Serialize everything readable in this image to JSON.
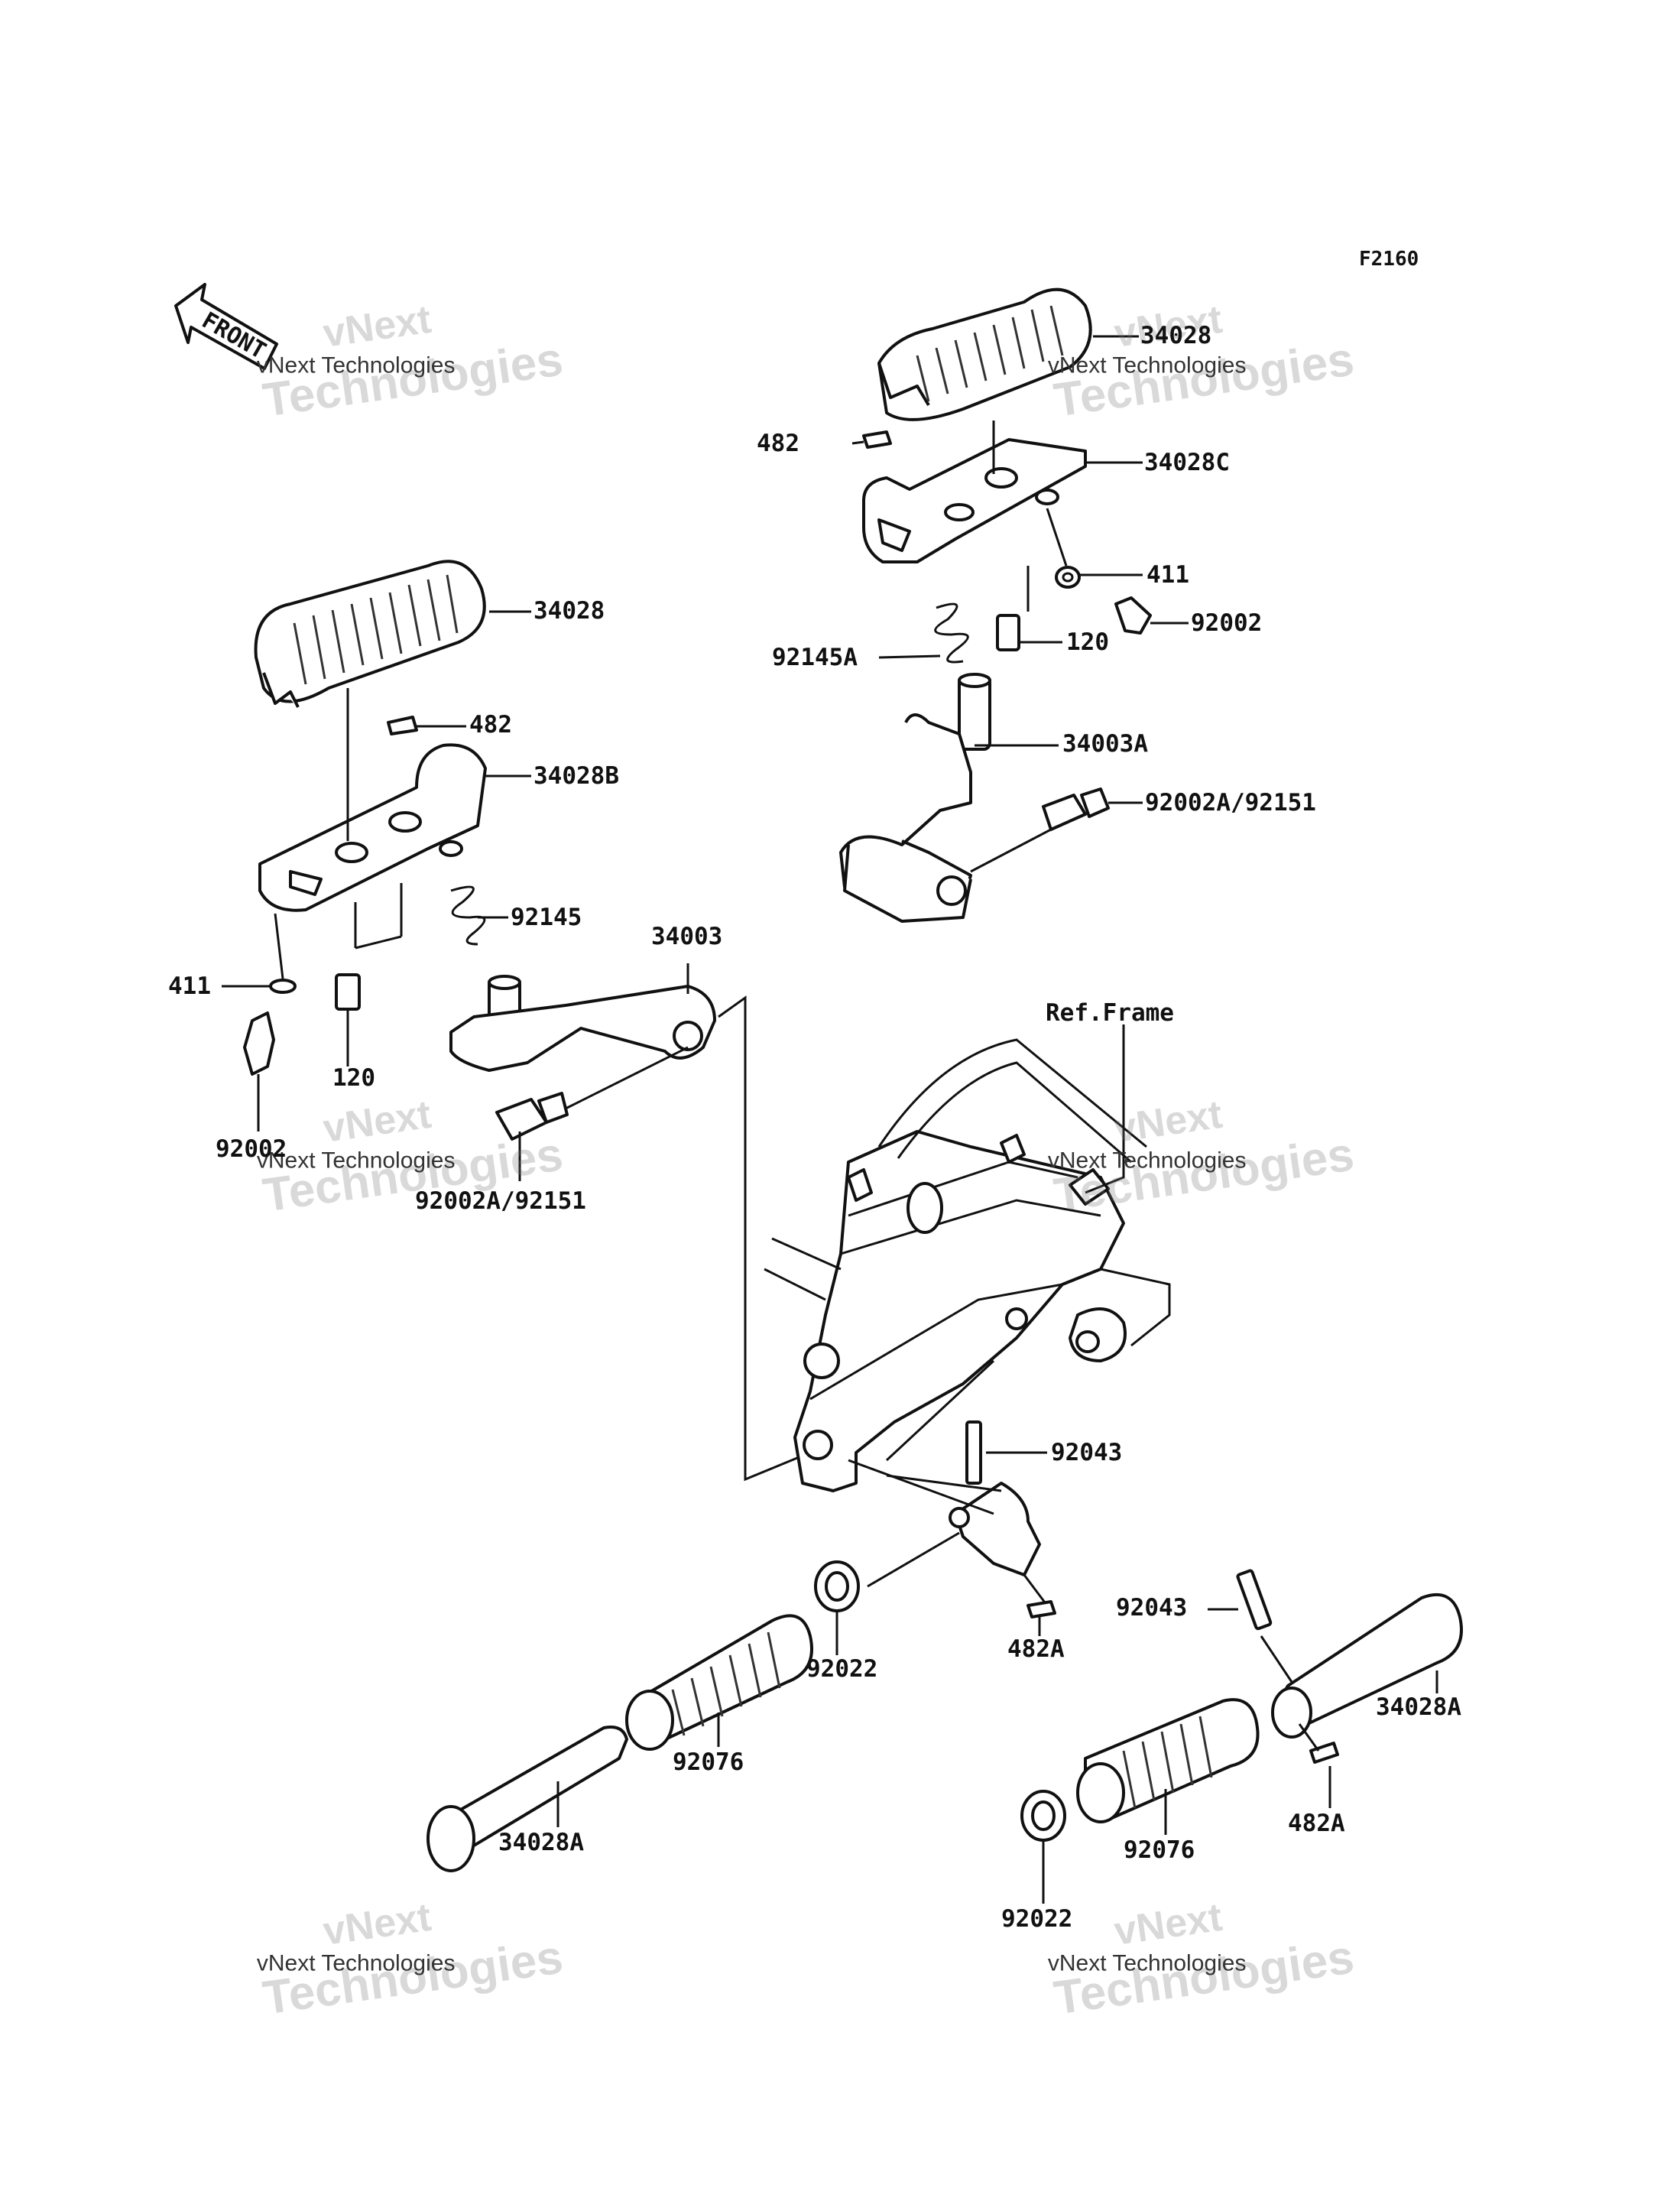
{
  "figure_code": "F2160",
  "front_label": "FRONT",
  "watermark": {
    "line1": "vNext",
    "line2": "vNext Technologies",
    "line3": "Technologies"
  },
  "labels": {
    "p34028_top": "34028",
    "p482_top": "482",
    "p34028C": "34028C",
    "p411_top": "411",
    "p92002_top": "92002",
    "p120_top": "120",
    "p92145A": "92145A",
    "p34003A": "34003A",
    "p92002A_top": "92002A/92151",
    "p34028_left": "34028",
    "p482_left": "482",
    "p34028B": "34028B",
    "p92145": "92145",
    "p34003": "34003",
    "p411_left": "411",
    "p120_left": "120",
    "p92002_left": "92002",
    "p92002A_left": "92002A/92151",
    "ref_frame": "Ref.Frame",
    "p92043_mid": "92043",
    "p482A_mid": "482A",
    "p92022_mid": "92022",
    "p92076_mid": "92076",
    "p34028A_left": "34028A",
    "p92043_right": "92043",
    "p34028A_right": "34028A",
    "p482A_right": "482A",
    "p92076_right": "92076",
    "p92022_right": "92022"
  }
}
